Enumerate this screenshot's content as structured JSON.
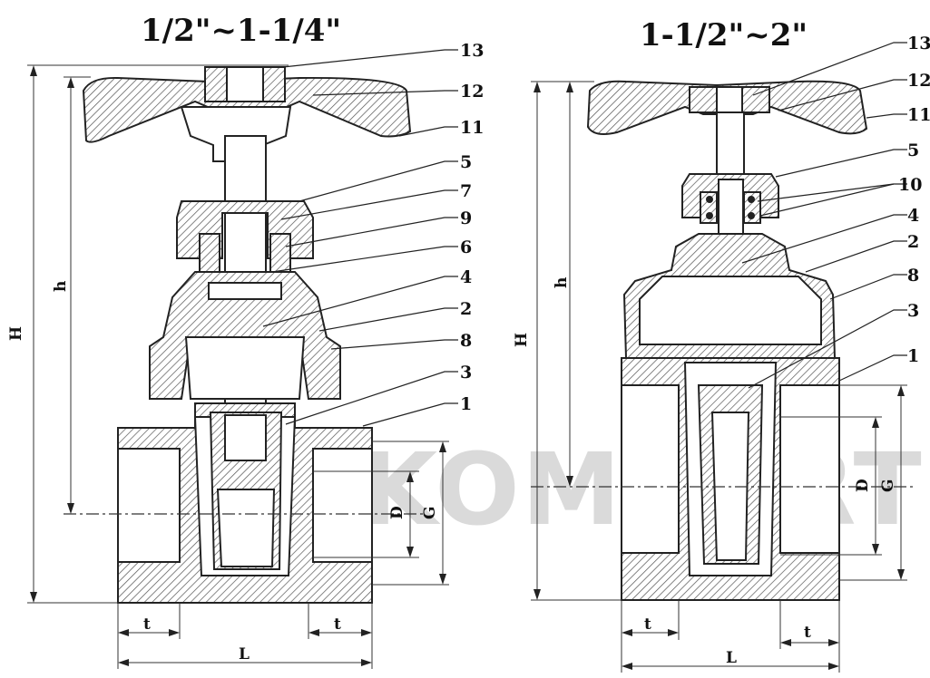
{
  "titles": {
    "left": "1/2\"~1-1/4\"",
    "right": "1-1/2\"~2\""
  },
  "watermark": "©KOMFORT",
  "left_callouts": [
    "13",
    "12",
    "11",
    "5",
    "7",
    "9",
    "6",
    "4",
    "2",
    "8",
    "3",
    "1"
  ],
  "right_callouts": [
    "13",
    "12",
    "11",
    "5",
    "10",
    "4",
    "2",
    "8",
    "3",
    "1"
  ],
  "dimensions": {
    "H": "H",
    "h": "h",
    "D": "D",
    "G": "G",
    "t": "t",
    "L": "L"
  },
  "colors": {
    "line": "#222222",
    "watermark": "#bdbdbd"
  }
}
